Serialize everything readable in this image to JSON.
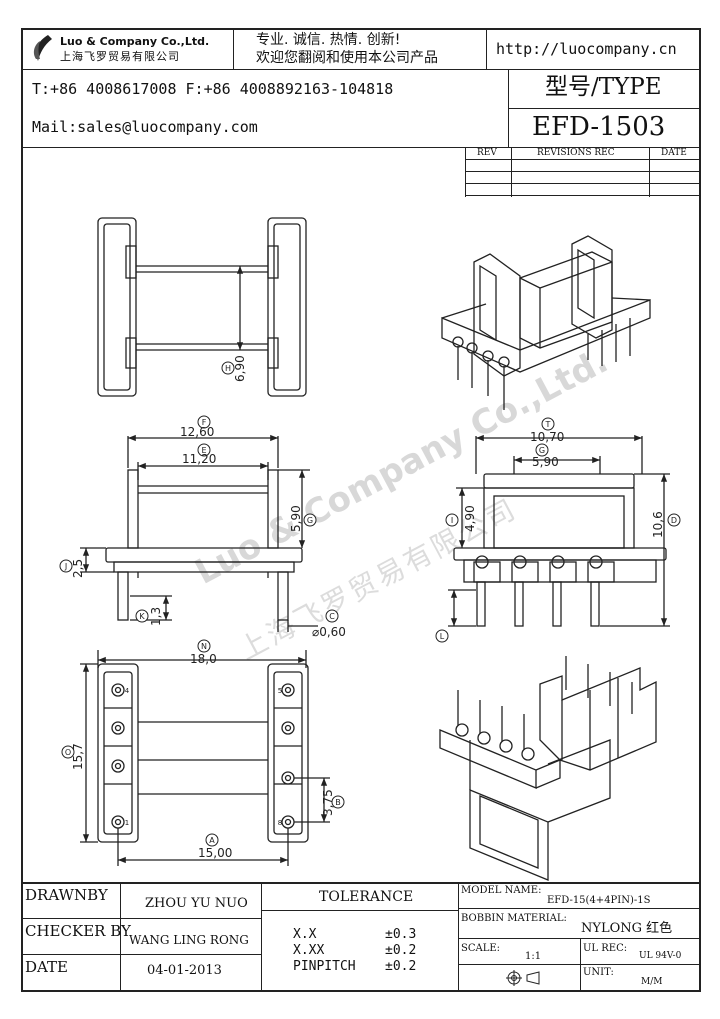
{
  "header": {
    "company_en": "Luo & Company Co.,Ltd.",
    "company_cn": "上海飞罗贸易有限公司",
    "slogan_line1": "专业. 诚信.  热情.  创新!",
    "slogan_line2": "欢迎您翻阅和使用本公司产品",
    "url": "http://luocompany.cn",
    "phone_fax": "T:+86 4008617008 F:+86 4008892163-104818",
    "mail": "Mail:sales@luocompany.com",
    "type_label": "型号/TYPE",
    "model": "EFD-1503"
  },
  "revisions": {
    "col_rev": "REV",
    "col_rec": "REVISIONS REC",
    "col_date": "DATE"
  },
  "watermark": {
    "line1": "Luo & Company Co.,Ltd.",
    "line2": "上海飞罗贸易有限公司"
  },
  "dimensions": {
    "side_inner_height": "6,90",
    "front_overall_width": "12,60",
    "front_inner_width": "11,20",
    "front_height": "5,90",
    "front_base_height": "2,5",
    "pin_length": "1,3",
    "pin_diameter": "⌀0,60",
    "right_overall_width": "10,70",
    "right_inner_width": "5,90",
    "right_height": "4,90",
    "right_total_height": "10,6",
    "bottom_overall_width": "18,0",
    "bottom_height": "15,7",
    "bottom_pitch": "3,75",
    "bottom_pin_span": "15,00"
  },
  "callouts": {
    "h": "H",
    "f": "F",
    "e": "E",
    "g": "G",
    "j": "J",
    "k": "K",
    "c": "C",
    "t": "T",
    "i": "I",
    "d": "D",
    "l": "L",
    "n": "N",
    "o": "O",
    "b": "B",
    "a": "A"
  },
  "pins": {
    "p4": "4",
    "p1": "1",
    "p5": "5",
    "p8": "8"
  },
  "title_block": {
    "drawnby_label": "DRAWNBY",
    "drawnby_value": "ZHOU YU NUO",
    "checker_label": "CHECKER BY",
    "checker_value": "WANG LING RONG",
    "date_label": "DATE",
    "date_value": "04-01-2013",
    "tolerance_label": "TOLERANCE",
    "tol1_key": "X.X",
    "tol1_val": "±0.3",
    "tol2_key": "X.XX",
    "tol2_val": "±0.2",
    "tol3_key": "PINPITCH",
    "tol3_val": "±0.2",
    "model_name_label": "MODEL NAME:",
    "model_name_value": "EFD-15(4+4PIN)-1S",
    "bobbin_label": "BOBBIN MATERIAL:",
    "bobbin_value": "NYLONG 红色",
    "scale_label": "SCALE:",
    "scale_value": "1:1",
    "ulrec_label": "UL REC:",
    "ulrec_value": "UL 94V-0",
    "unit_label": "UNIT:",
    "unit_value": "M/M"
  }
}
